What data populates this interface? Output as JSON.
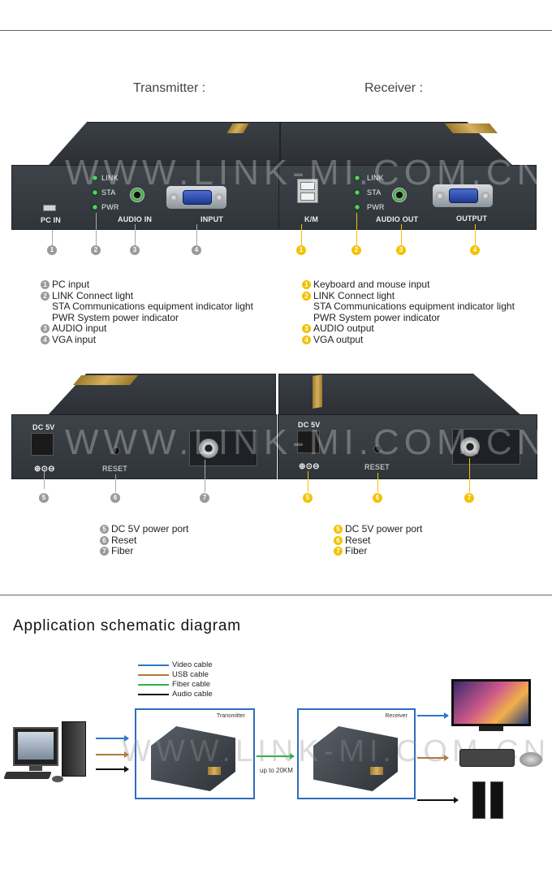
{
  "titles": {
    "transmitter": "Transmitter :",
    "receiver": "Receiver :"
  },
  "watermark": "WWW.LINK-MI.COM.CN",
  "transmitter_front": {
    "leds": [
      "LINK",
      "STA",
      "PWR"
    ],
    "pc_in": "PC IN",
    "audio_in": "AUDIO IN",
    "input": "INPUT",
    "numbers": [
      "1",
      "2",
      "3",
      "4"
    ]
  },
  "receiver_front": {
    "leds": [
      "LINK",
      "STA",
      "PWR"
    ],
    "km": "K/M",
    "audio_out": "AUDIO OUT",
    "output": "OUTPUT",
    "numbers": [
      "1",
      "2",
      "3",
      "4"
    ]
  },
  "transmitter_legend": {
    "l1": "PC input",
    "l2": "LINK  Connect light",
    "l2b": "STA  Communications equipment indicator light",
    "l2c": "PWR System power indicator",
    "l3": "AUDIO input",
    "l4": "VGA input"
  },
  "receiver_legend": {
    "l1": "Keyboard and mouse input",
    "l2": "LINK  Connect light",
    "l2b": "STA  Communications equipment indicator light",
    "l2c": "PWR System power indicator",
    "l3": "AUDIO output",
    "l4": "VGA output"
  },
  "back_panel": {
    "dc": "DC 5V",
    "polarity": "⊕⊙⊖",
    "reset": "RESET",
    "numbers": [
      "5",
      "6",
      "7"
    ]
  },
  "back_legend": {
    "l5": "DC 5V power port",
    "l6": "Reset",
    "l7": "Fiber"
  },
  "schematic": {
    "heading": "Application schematic diagram",
    "cables": [
      {
        "label": "Video cable",
        "color": "#2a78c8"
      },
      {
        "label": "USB cable",
        "color": "#b07a3a"
      },
      {
        "label": "Fiber cable",
        "color": "#2bb14a"
      },
      {
        "label": "Audio cable",
        "color": "#111111"
      }
    ],
    "transmitter": "Transmitter",
    "receiver": "Receiver",
    "distance": "up to 20KM"
  },
  "colors": {
    "gray_marker": "#9a9a9a",
    "yellow_marker": "#f2c300",
    "frame": "#2f6cc1"
  }
}
